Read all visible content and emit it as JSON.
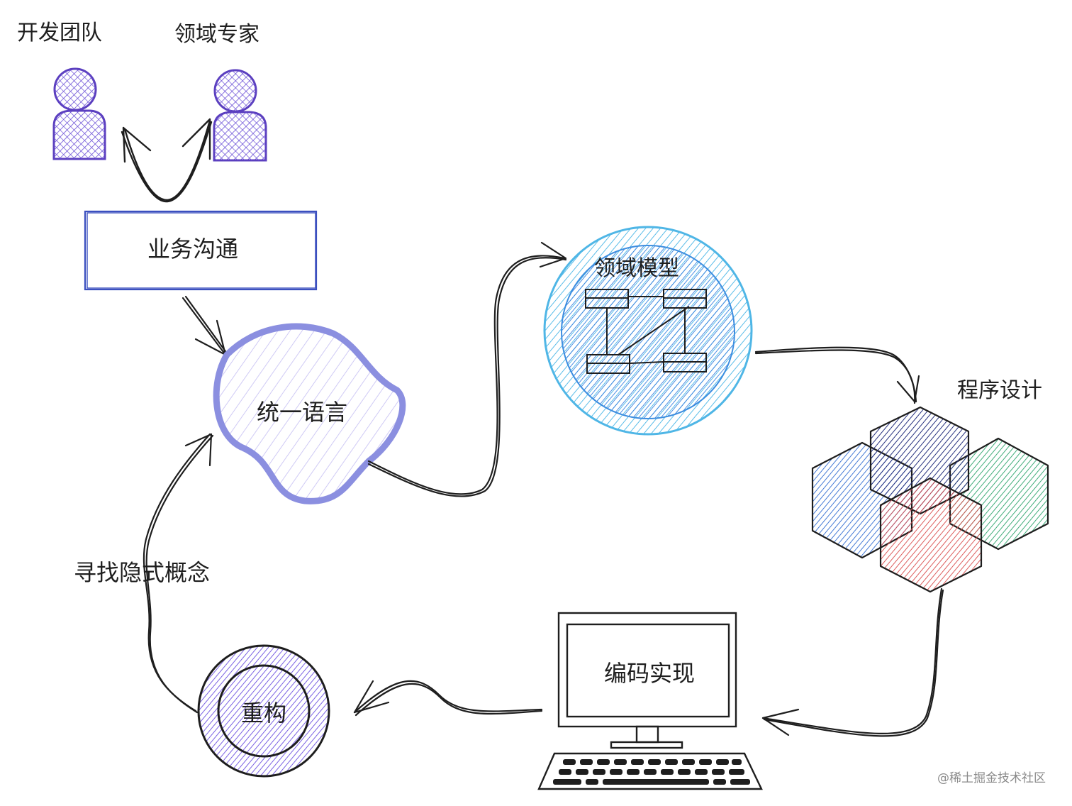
{
  "diagram": {
    "dev_team_label": "开发团队",
    "domain_expert_label": "领域专家",
    "business_comm_label": "业务沟通",
    "ubiquitous_language_label": "统一语言",
    "domain_model_label": "领域模型",
    "program_design_label": "程序设计",
    "coding_label": "编码实现",
    "refactor_label": "重构",
    "implicit_concept_label": "寻找隐式概念"
  },
  "watermark": "@稀土掘金技术社区",
  "colors": {
    "stroke": "#1e1e1e",
    "person_fill": "#7b5fd6",
    "person_stroke": "#5b3fbf",
    "box_stroke": "#3b4fbf",
    "blob_stroke": "#8b8fe0",
    "blob_hatch": "#c9c6f2",
    "model_outer": "#4fb6e6",
    "model_inner": "#3d8ee0",
    "hex_blue": "#2f6bd1",
    "hex_navy": "#25307e",
    "hex_green": "#2aa36b",
    "hex_red": "#d94a4a",
    "refactor_fill": "#6a4fe0"
  }
}
